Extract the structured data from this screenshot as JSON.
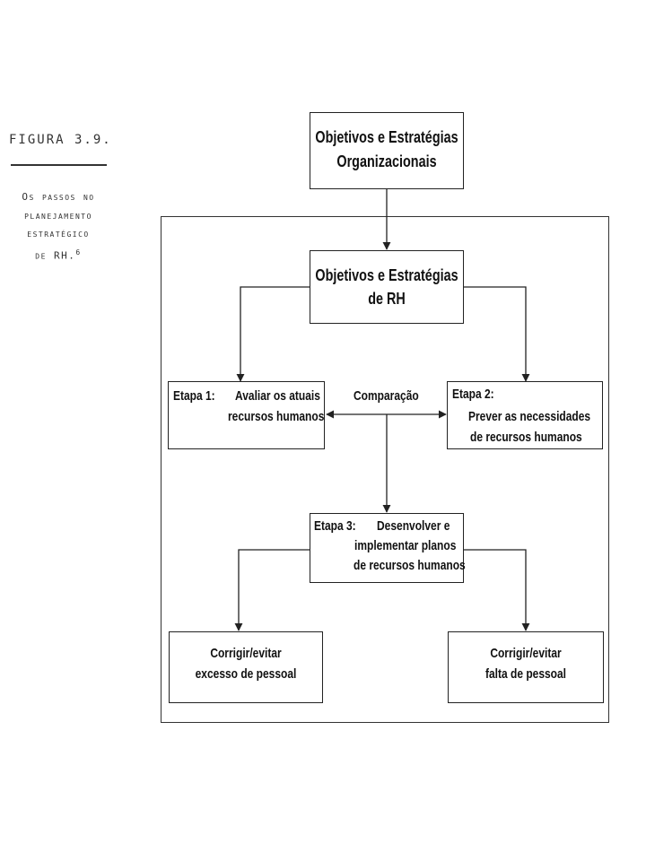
{
  "caption": {
    "figure": "FIGURA 3.9.",
    "line1": "Os passos no",
    "line2": "planejamento",
    "line3": "estratégico",
    "line4": "de RH.",
    "note": "6"
  },
  "diagram": {
    "org_objectives": {
      "line1": "Objetivos e Estratégias",
      "line2": "Organizacionais"
    },
    "hr_objectives": {
      "line1": "Objetivos e Estratégias",
      "line2": "de RH"
    },
    "step1": {
      "label": "Etapa 1:",
      "line1": "Avaliar os atuais",
      "line2": "recursos humanos"
    },
    "comparison": "Comparação",
    "step2": {
      "label": "Etapa 2:",
      "line1": "Prever as necessidades",
      "line2": "de recursos humanos"
    },
    "step3": {
      "label": "Etapa 3:",
      "line1": "Desenvolver e",
      "line2": "implementar planos",
      "line3": "de recursos humanos"
    },
    "outcome_left": {
      "line1": "Corrigir/evitar",
      "line2": "excesso de pessoal"
    },
    "outcome_right": {
      "line1": "Corrigir/evitar",
      "line2": "falta de pessoal"
    }
  }
}
